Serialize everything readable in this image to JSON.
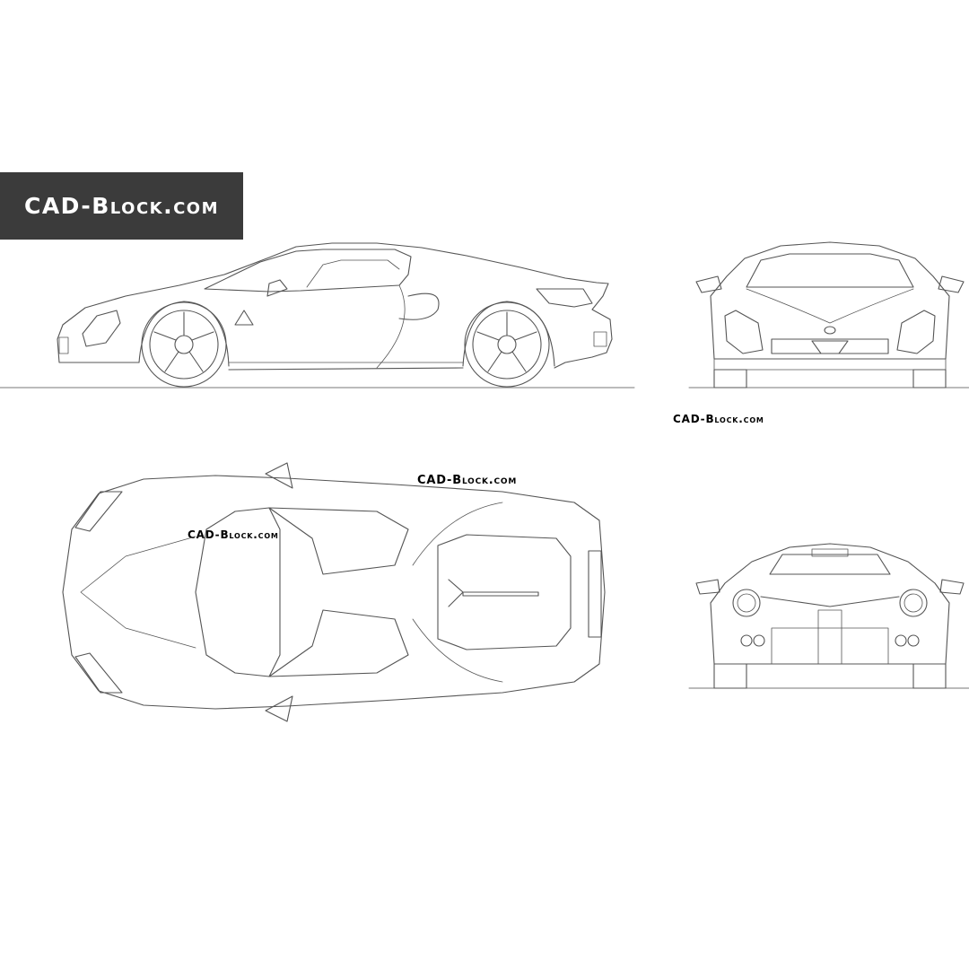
{
  "banner": {
    "text": "CAD-Block.com",
    "background": "#3b3b3b",
    "text_color": "#ffffff"
  },
  "watermarks": {
    "front_view": "CAD-Block.com",
    "top_view_right": "CAD-Block.com",
    "top_view_left": "CAD-Block.com"
  },
  "line_color": "#555555",
  "views": [
    "side-view",
    "front-view",
    "top-view",
    "rear-view"
  ]
}
